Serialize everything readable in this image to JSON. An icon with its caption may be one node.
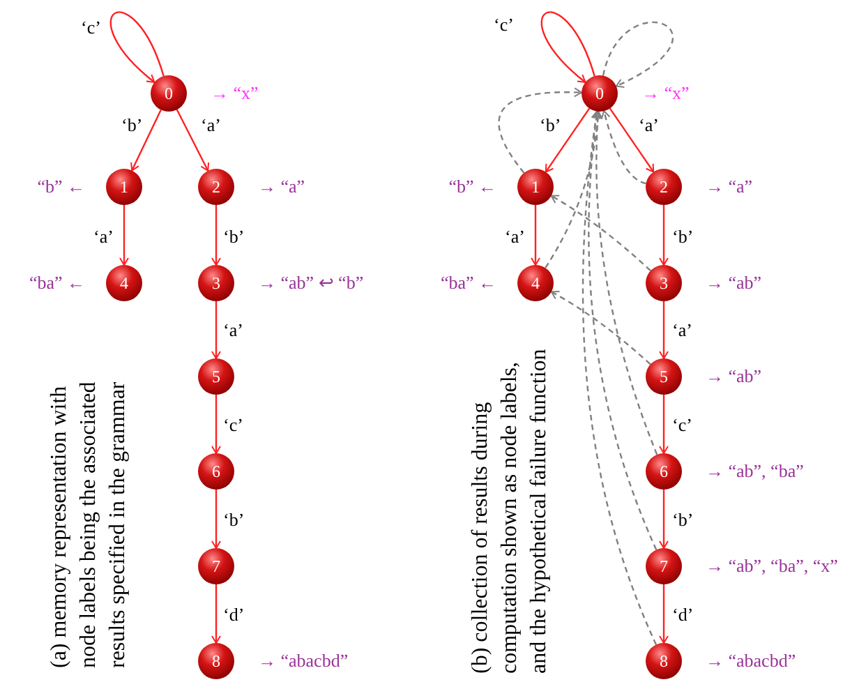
{
  "diagram": {
    "nodes": [
      {
        "text": [
          "0"
        ],
        "beside": [
          "→ “x”"
        ]
      },
      {
        "text": [
          "1"
        ],
        "beside": [
          "“b” ←"
        ]
      },
      {
        "text": [
          "2"
        ],
        "beside": [
          "→ “a”"
        ]
      },
      {
        "text": [
          "3"
        ],
        "beside": [
          "→ “ab” ↩ “b”"
        ]
      },
      {
        "text": [
          "4"
        ],
        "beside": [
          "“ba” ←"
        ]
      },
      {
        "text": [
          "5"
        ]
      },
      {
        "text": [
          "6"
        ]
      },
      {
        "text": [
          "7"
        ]
      },
      {
        "text": [
          "8"
        ],
        "beside": [
          "→ “abacbd”"
        ]
      },
      {
        "text": [
          "0"
        ],
        "beside": [
          "→ “x”"
        ]
      },
      {
        "text": [
          "1"
        ],
        "beside": [
          "“b” ←"
        ]
      },
      {
        "text": [
          "2"
        ],
        "beside": [
          "→ “a”"
        ]
      },
      {
        "text": [
          "3"
        ],
        "beside": [
          "→ “ab”"
        ]
      },
      {
        "text": [
          "4"
        ],
        "beside": [
          "“ba” ←"
        ]
      },
      {
        "text": [
          "5"
        ],
        "beside": [
          "→ “ab”"
        ]
      },
      {
        "text": [
          "6"
        ],
        "beside": [
          "→ “ab”, “ba”"
        ]
      },
      {
        "text": [
          "7"
        ],
        "beside": [
          "→ “ab”, “ba”, “x”"
        ]
      },
      {
        "text": [
          "8"
        ],
        "beside": [
          "→ “abacbd”"
        ]
      }
    ],
    "edges": [
      {
        "from": 0,
        "to": 0,
        "arrow": "to",
        "label": "‘c’"
      },
      {
        "from": 0,
        "to": 1,
        "arrow": "to",
        "label": "‘b’"
      },
      {
        "from": 0,
        "to": 2,
        "arrow": "to",
        "label": "‘a’"
      },
      {
        "from": 1,
        "to": 4,
        "arrow": "to",
        "label": "‘a’"
      },
      {
        "from": 2,
        "to": 3,
        "arrow": "to",
        "label": "‘b’"
      },
      {
        "from": 3,
        "to": 5,
        "arrow": "to",
        "label": "‘a’"
      },
      {
        "from": 5,
        "to": 6,
        "arrow": "to",
        "label": "‘c’"
      },
      {
        "from": 6,
        "to": 7,
        "arrow": "to",
        "label": "‘b’"
      },
      {
        "from": 7,
        "to": 8,
        "arrow": "to",
        "label": "‘d’"
      },
      {
        "from": 9,
        "to": 9,
        "arrow": "to",
        "label": "‘c’"
      },
      {
        "from": 9,
        "to": 10,
        "arrow": "to",
        "label": "‘b’"
      },
      {
        "from": 9,
        "to": 11,
        "arrow": "to",
        "label": "‘a’"
      },
      {
        "from": 10,
        "to": 13,
        "arrow": "to",
        "label": "‘a’"
      },
      {
        "from": 11,
        "to": 12,
        "arrow": "to",
        "label": "‘b’"
      },
      {
        "from": 12,
        "to": 14,
        "arrow": "to",
        "label": "‘a’"
      },
      {
        "from": 14,
        "to": 15,
        "arrow": "to",
        "label": "‘c’"
      },
      {
        "from": 15,
        "to": 16,
        "arrow": "to",
        "label": "‘b’"
      },
      {
        "from": 16,
        "to": 17,
        "arrow": "to",
        "label": "‘d’"
      },
      {
        "from": 9,
        "to": 9,
        "arrow": "to",
        "style": "dashed",
        "color": "#808080"
      },
      {
        "from": 10,
        "to": 9,
        "arrow": "to",
        "style": "dashed",
        "color": "#808080"
      },
      {
        "from": 11,
        "to": 9,
        "arrow": "to",
        "style": "dashed",
        "color": "#808080"
      },
      {
        "from": 12,
        "to": 10,
        "arrow": "to",
        "style": "dashed",
        "color": "#808080"
      },
      {
        "from": 13,
        "to": 9,
        "arrow": "to",
        "style": "dashed",
        "color": "#808080"
      },
      {
        "from": 14,
        "to": 13,
        "arrow": "to",
        "style": "dashed",
        "color": "#808080"
      },
      {
        "from": 15,
        "to": 9,
        "arrow": "to",
        "style": "dashed",
        "color": "#808080"
      },
      {
        "from": 16,
        "to": 9,
        "arrow": "to",
        "style": "dashed",
        "color": "#808080"
      },
      {
        "from": 17,
        "to": 9,
        "arrow": "to",
        "style": "dashed",
        "color": "#808080"
      }
    ],
    "labels": [
      "(a) memory representation with node labels being the associated results specified in the grammar",
      "(b) collection of results during computation shown as node labels, and the hypothetical failure function"
    ]
  }
}
